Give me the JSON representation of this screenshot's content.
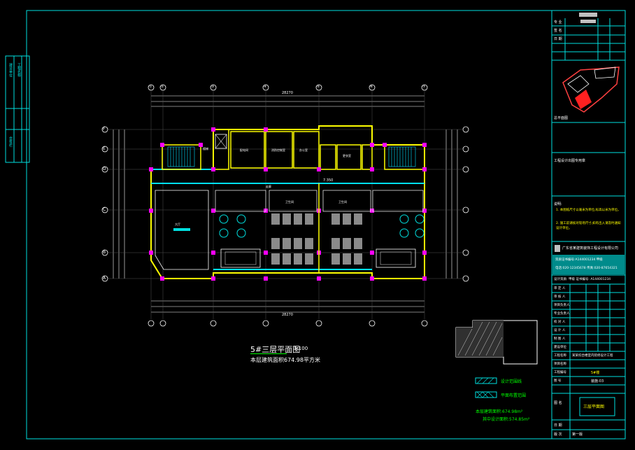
{
  "plan": {
    "title": "5#三层平面图",
    "scale": "1:100",
    "area_note": "本层建筑面积674.98平方米",
    "overall_dim": "28270",
    "axes_top": [
      "①",
      "②",
      "③",
      "④",
      "⑤",
      "⑥",
      "⑦"
    ],
    "axes_left": [
      "F",
      "E",
      "D",
      "C",
      "B",
      "A"
    ],
    "room_labels": [
      "楼梯",
      "配电间",
      "消防控制室",
      "办公室",
      "更衣室",
      "大厅",
      "走廊",
      "卫生间",
      "卫生间"
    ],
    "center_label": "7.350"
  },
  "legend": {
    "items": [
      "设计范围线",
      "平面布置范围"
    ],
    "area_total": "本层建筑面积:674.98m²",
    "area_design": "其中设计面积:574.85m²"
  },
  "title_block": {
    "left_strip": [
      "建设单位",
      "工程名称",
      "会签栏"
    ],
    "top_rows": [
      "专 业",
      "签 名",
      "日 期"
    ],
    "location_label": "总平面图",
    "project_label": "工程设计出图专用章",
    "notes_label": "说明:",
    "notes_lines": [
      "1. 本图纸尺寸以毫米为单位,标高以米为单位。",
      "2. 施工前请核对现场尺寸,如有出入请及时通知设计单位。"
    ],
    "company": "广东省某建筑装饰工程设计有限公司",
    "cert_line1": "资质证书编号:A144001234 甲级",
    "cert_line2": "电话:020-12345678 传真:020-87654321",
    "cert_footer": "设计资质: 甲级  证书编号: A144001234",
    "sign_rows": [
      "审 定 人",
      "审 核 人",
      "项目负责人",
      "专业负责人",
      "校 对 人",
      "设 计 人",
      "制 图 人",
      "建设单位",
      "工程名称",
      "项目名称",
      "工程编号",
      "图 号"
    ],
    "project_name": "某某综合楼室内装修设计工程",
    "building": "5#楼",
    "drawing_no": "装施-03",
    "sheet_name_label": "图 名",
    "sheet_name": "三层平面图",
    "date_label": "日 期",
    "version_label": "版 次",
    "version_value": "第一版"
  }
}
